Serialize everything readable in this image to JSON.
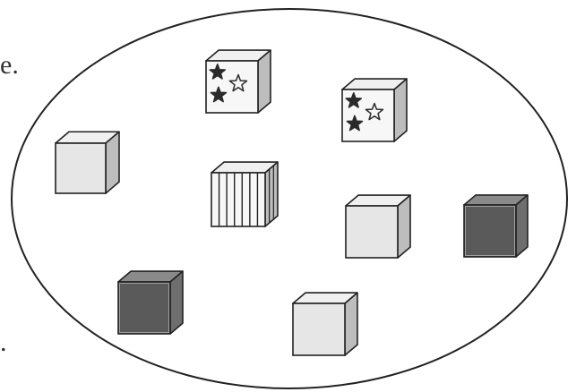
{
  "edge_marks": [
    {
      "id": "top-left-punct",
      "text": "e."
    },
    {
      "id": "bottom-left-punct",
      "text": "."
    }
  ],
  "cubes": [
    {
      "id": "cube-stars-1",
      "pattern": "stars"
    },
    {
      "id": "cube-stars-2",
      "pattern": "stars"
    },
    {
      "id": "cube-light-left",
      "pattern": "light-gray"
    },
    {
      "id": "cube-striped",
      "pattern": "stripes"
    },
    {
      "id": "cube-light-mid",
      "pattern": "light-gray"
    },
    {
      "id": "cube-dark-right",
      "pattern": "dark-gray"
    },
    {
      "id": "cube-dark-bottom-left",
      "pattern": "dark-gray"
    },
    {
      "id": "cube-light-bottom",
      "pattern": "light-gray"
    }
  ],
  "colors": {
    "outline": "#222222",
    "light_face": "#e6e6e6",
    "light_top": "#f0f0f0",
    "light_side": "#bdbdbd",
    "dark_face": "#5a5a5a",
    "dark_top": "#8a8a8a",
    "dark_side": "#6e6e6e",
    "star": "#2a2a2a"
  }
}
